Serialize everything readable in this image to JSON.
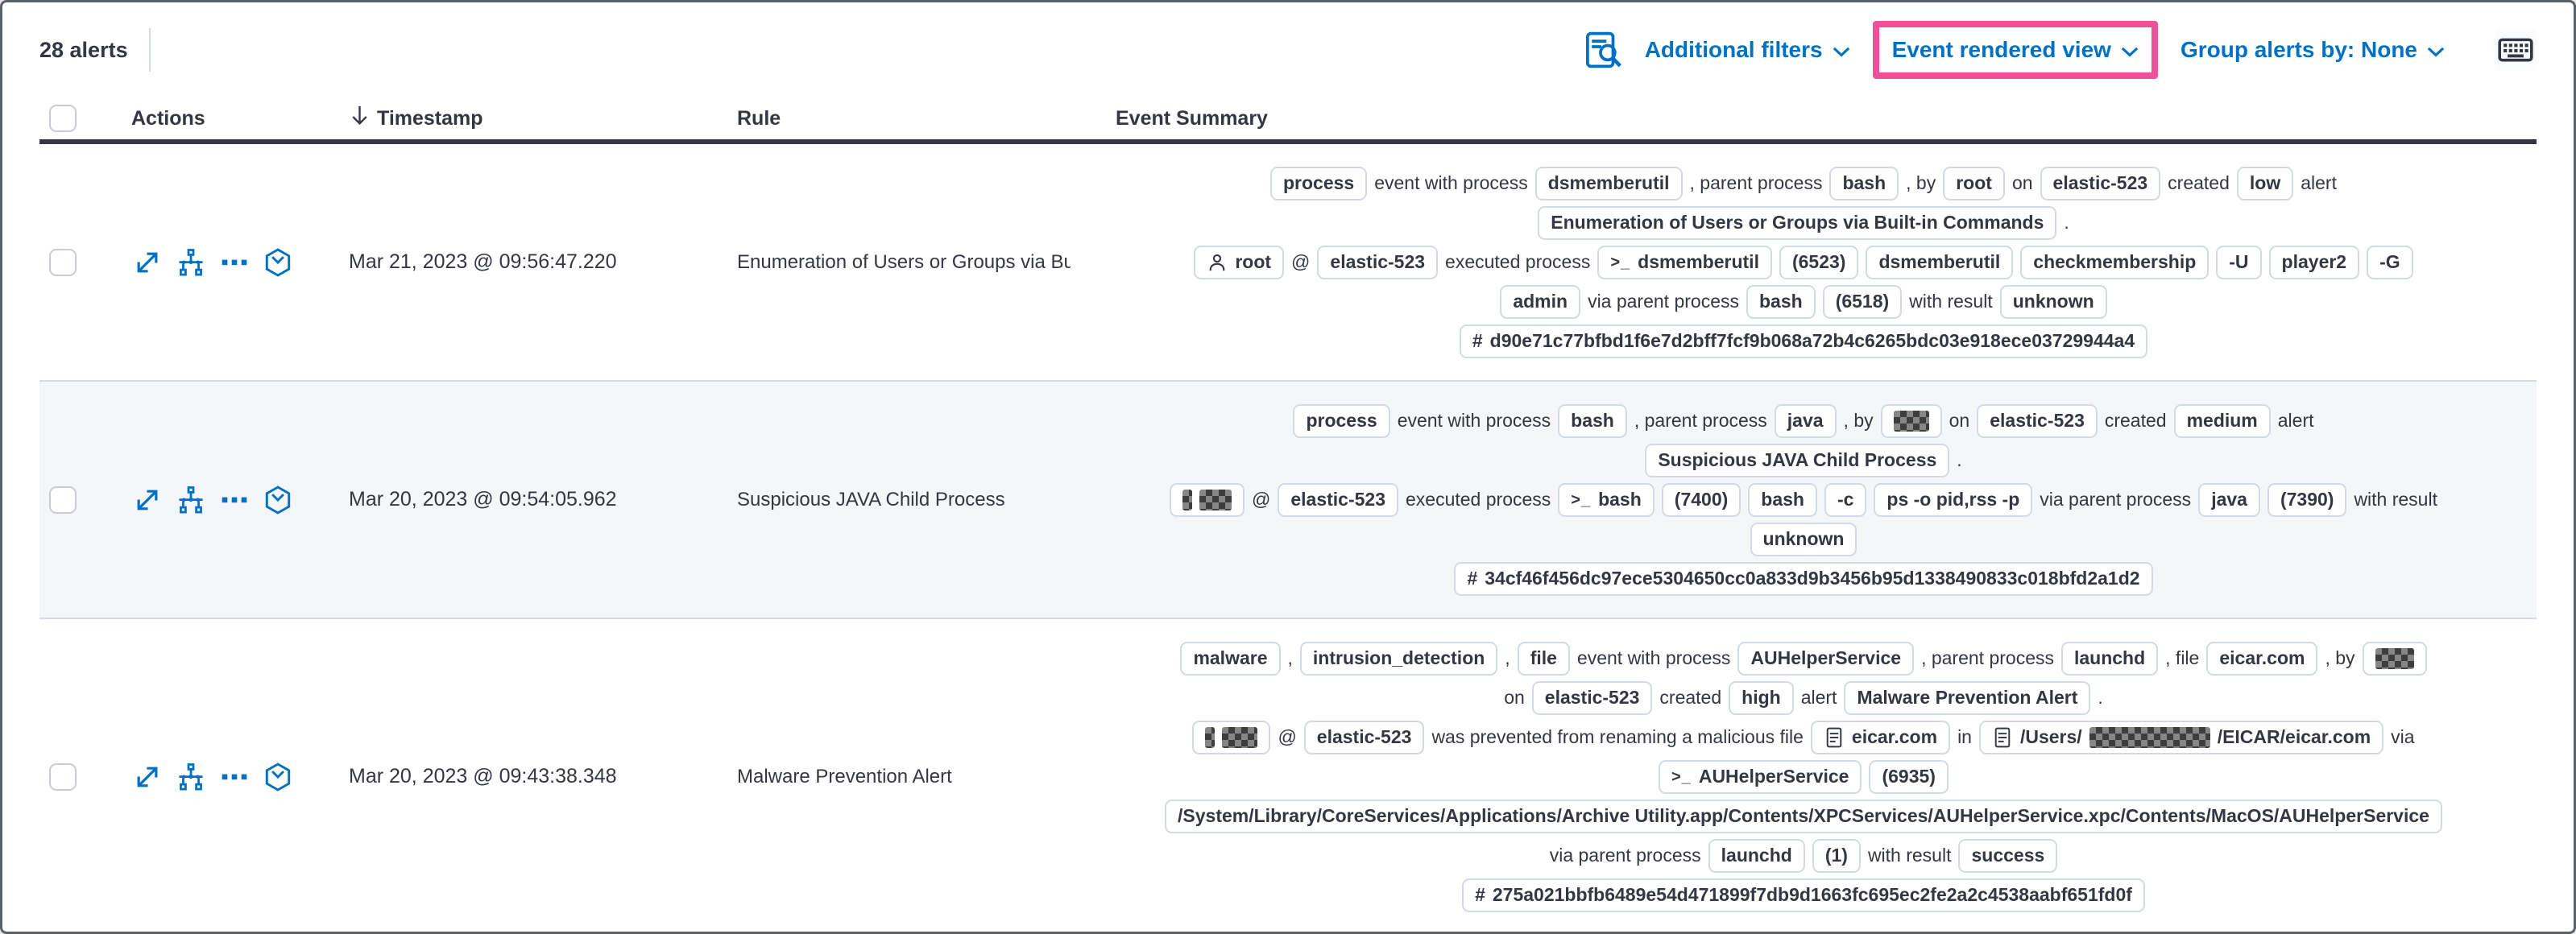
{
  "toolbar": {
    "alert_count": "28 alerts",
    "additional_filters_label": "Additional filters",
    "view_selector_label": "Event rendered view",
    "group_by_label": "Group alerts by: None",
    "inspect_icon": "inspect-icon",
    "keyboard_icon": "keyboard-icon",
    "link_color": "#0071c2",
    "highlight_color": "#f0509b"
  },
  "table": {
    "headers": {
      "actions": "Actions",
      "timestamp": "Timestamp",
      "rule": "Rule",
      "summary": "Event Summary"
    },
    "sort_icon": "arrow-down-icon",
    "action_icons": [
      {
        "icon": "expand",
        "name": "expand-alert-button"
      },
      {
        "icon": "analyze",
        "name": "analyze-event-button"
      },
      {
        "icon": "more",
        "name": "more-actions-button"
      },
      {
        "icon": "session",
        "name": "session-view-button"
      }
    ],
    "rows": [
      {
        "timestamp": "Mar 21, 2023 @ 09:56:47.220",
        "rule": "Enumeration of Users or Groups via Bui",
        "shaded": false,
        "summary_lines": [
          [
            {
              "t": "badge",
              "text": "process"
            },
            {
              "t": "text",
              "text": "event with process"
            },
            {
              "t": "badge",
              "text": "dsmemberutil"
            },
            {
              "t": "text",
              "text": ", parent process"
            },
            {
              "t": "badge",
              "text": "bash"
            },
            {
              "t": "text",
              "text": ", by"
            },
            {
              "t": "badge",
              "text": "root"
            },
            {
              "t": "text",
              "text": "on"
            },
            {
              "t": "badge",
              "text": "elastic-523"
            },
            {
              "t": "text",
              "text": "created"
            },
            {
              "t": "badge",
              "text": "low"
            },
            {
              "t": "text",
              "text": "alert"
            }
          ],
          [
            {
              "t": "badge",
              "text": "Enumeration of Users or Groups via Built-in Commands"
            },
            {
              "t": "text",
              "text": "."
            }
          ],
          [
            {
              "t": "badge",
              "icon": "user",
              "text": "root"
            },
            {
              "t": "text",
              "text": "@"
            },
            {
              "t": "badge",
              "text": "elastic-523"
            },
            {
              "t": "text",
              "text": "executed process"
            },
            {
              "t": "badge",
              "icon": "terminal",
              "text": "dsmemberutil"
            },
            {
              "t": "badge",
              "text": "(6523)"
            },
            {
              "t": "badge",
              "text": "dsmemberutil"
            },
            {
              "t": "badge",
              "text": "checkmembership"
            },
            {
              "t": "badge",
              "text": "-U"
            },
            {
              "t": "badge",
              "text": "player2"
            },
            {
              "t": "badge",
              "text": "-G"
            }
          ],
          [
            {
              "t": "badge",
              "text": "admin"
            },
            {
              "t": "text",
              "text": "via parent process"
            },
            {
              "t": "badge",
              "text": "bash"
            },
            {
              "t": "badge",
              "text": "(6518)"
            },
            {
              "t": "text",
              "text": "with result"
            },
            {
              "t": "badge",
              "text": "unknown"
            }
          ],
          [
            {
              "t": "badge",
              "icon": "hash",
              "text": "d90e71c77bfbd1f6e7d2bff7fcf9b068a72b4c6265bdc03e918ece03729944a4"
            }
          ]
        ]
      },
      {
        "timestamp": "Mar 20, 2023 @ 09:54:05.962",
        "rule": "Suspicious JAVA Child Process",
        "shaded": true,
        "summary_lines": [
          [
            {
              "t": "badge",
              "text": "process"
            },
            {
              "t": "text",
              "text": "event with process"
            },
            {
              "t": "badge",
              "text": "bash"
            },
            {
              "t": "text",
              "text": ", parent process"
            },
            {
              "t": "badge",
              "text": "java"
            },
            {
              "t": "text",
              "text": ", by"
            },
            {
              "t": "badge",
              "redacted": [
                44
              ]
            },
            {
              "t": "text",
              "text": "on"
            },
            {
              "t": "badge",
              "text": "elastic-523"
            },
            {
              "t": "text",
              "text": "created"
            },
            {
              "t": "badge",
              "text": "medium"
            },
            {
              "t": "text",
              "text": "alert"
            }
          ],
          [
            {
              "t": "badge",
              "text": "Suspicious JAVA Child Process"
            },
            {
              "t": "text",
              "text": "."
            }
          ],
          [
            {
              "t": "badge",
              "redacted": [
                12,
                40
              ]
            },
            {
              "t": "text",
              "text": "@"
            },
            {
              "t": "badge",
              "text": "elastic-523"
            },
            {
              "t": "text",
              "text": "executed process"
            },
            {
              "t": "badge",
              "icon": "terminal",
              "text": "bash"
            },
            {
              "t": "badge",
              "text": "(7400)"
            },
            {
              "t": "badge",
              "text": "bash"
            },
            {
              "t": "badge",
              "text": "-c"
            },
            {
              "t": "badge",
              "text": "ps -o pid,rss -p"
            },
            {
              "t": "text",
              "text": "via parent process"
            },
            {
              "t": "badge",
              "text": "java"
            },
            {
              "t": "badge",
              "text": "(7390)"
            },
            {
              "t": "text",
              "text": "with result"
            }
          ],
          [
            {
              "t": "badge",
              "text": "unknown"
            }
          ],
          [
            {
              "t": "badge",
              "icon": "hash",
              "text": "34cf46f456dc97ece5304650cc0a833d9b3456b95d1338490833c018bfd2a1d2"
            }
          ]
        ]
      },
      {
        "timestamp": "Mar 20, 2023 @ 09:43:38.348",
        "rule": "Malware Prevention Alert",
        "shaded": false,
        "summary_lines": [
          [
            {
              "t": "badge",
              "text": "malware"
            },
            {
              "t": "text",
              "text": ","
            },
            {
              "t": "badge",
              "text": "intrusion_detection"
            },
            {
              "t": "text",
              "text": ","
            },
            {
              "t": "badge",
              "text": "file"
            },
            {
              "t": "text",
              "text": "event with process"
            },
            {
              "t": "badge",
              "text": "AUHelperService"
            },
            {
              "t": "text",
              "text": ", parent process"
            },
            {
              "t": "badge",
              "text": "launchd"
            },
            {
              "t": "text",
              "text": ", file"
            },
            {
              "t": "badge",
              "text": "eicar.com"
            },
            {
              "t": "text",
              "text": ", by"
            },
            {
              "t": "badge",
              "redacted": [
                48
              ]
            }
          ],
          [
            {
              "t": "text",
              "text": "on"
            },
            {
              "t": "badge",
              "text": "elastic-523"
            },
            {
              "t": "text",
              "text": "created"
            },
            {
              "t": "badge",
              "text": "high"
            },
            {
              "t": "text",
              "text": "alert"
            },
            {
              "t": "badge",
              "text": "Malware Prevention Alert"
            },
            {
              "t": "text",
              "text": "."
            }
          ],
          [
            {
              "t": "badge",
              "redacted": [
                12,
                44
              ]
            },
            {
              "t": "text",
              "text": "@"
            },
            {
              "t": "badge",
              "text": "elastic-523"
            },
            {
              "t": "text",
              "text": "was prevented from renaming a malicious file"
            },
            {
              "t": "badge",
              "icon": "file",
              "text": "eicar.com"
            },
            {
              "t": "text",
              "text": "in"
            },
            {
              "t": "badge",
              "icon": "file",
              "parts": [
                {
                  "text": "/Users/"
                },
                {
                  "red": 150
                },
                {
                  "text": "/EICAR/eicar.com"
                }
              ]
            },
            {
              "t": "text",
              "text": "via"
            }
          ],
          [
            {
              "t": "badge",
              "icon": "terminal",
              "text": "AUHelperService"
            },
            {
              "t": "badge",
              "text": "(6935)"
            }
          ],
          [
            {
              "t": "badge",
              "text": "/System/Library/CoreServices/Applications/Archive Utility.app/Contents/XPCServices/AUHelperService.xpc/Contents/MacOS/AUHelperService"
            }
          ],
          [
            {
              "t": "text",
              "text": "via parent process"
            },
            {
              "t": "badge",
              "text": "launchd"
            },
            {
              "t": "badge",
              "text": "(1)"
            },
            {
              "t": "text",
              "text": "with result"
            },
            {
              "t": "badge",
              "text": "success"
            }
          ],
          [
            {
              "t": "badge",
              "icon": "hash",
              "text": "275a021bbfb6489e54d471899f7db9d1663fc695ec2fe2a2c4538aabf651fd0f"
            }
          ]
        ]
      }
    ]
  }
}
